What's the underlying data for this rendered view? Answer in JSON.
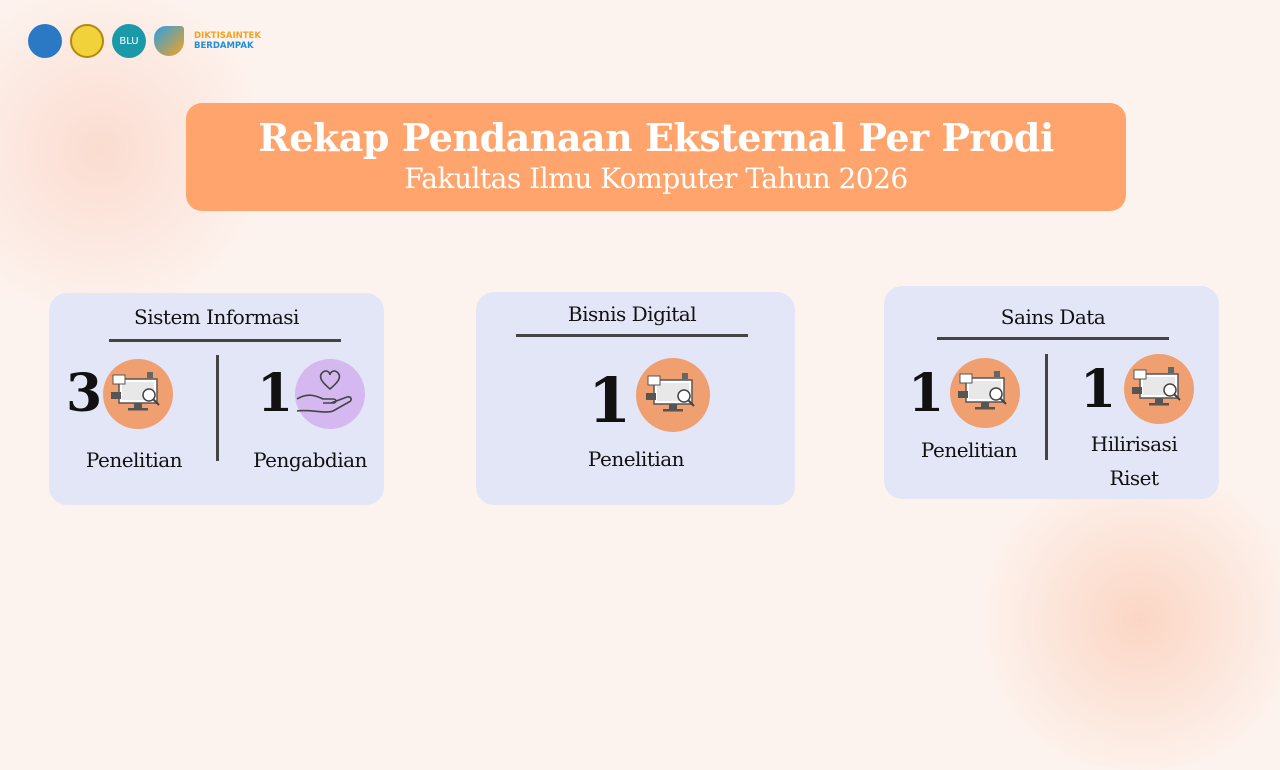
{
  "logos": {
    "brand_line1": "DIKTISAINTEK",
    "brand_line2": "BERDAMPAK",
    "blu": "BLU"
  },
  "banner": {
    "title": "Rekap Pendanaan Eksternal Per Prodi",
    "subtitle": "Fakultas Ilmu Komputer Tahun 2026"
  },
  "prodi": [
    {
      "name": "Sistem Informasi",
      "items": [
        {
          "count": "3",
          "label": "Penelitian",
          "icon": "computer-research-icon"
        },
        {
          "count": "1",
          "label": "Pengabdian",
          "icon": "hand-heart-icon"
        }
      ]
    },
    {
      "name": "Bisnis Digital",
      "items": [
        {
          "count": "1",
          "label": "Penelitian",
          "icon": "computer-research-icon"
        }
      ]
    },
    {
      "name": "Sains Data",
      "items": [
        {
          "count": "1",
          "label": "Penelitian",
          "icon": "computer-research-icon"
        },
        {
          "count": "1",
          "label": "Hilirisasi Riset",
          "icon": "computer-research-icon"
        }
      ]
    }
  ],
  "colors": {
    "banner": "#ffa46c",
    "card": "#e3e6f7",
    "research": "#f0a070",
    "service": "#d5b8f0"
  }
}
